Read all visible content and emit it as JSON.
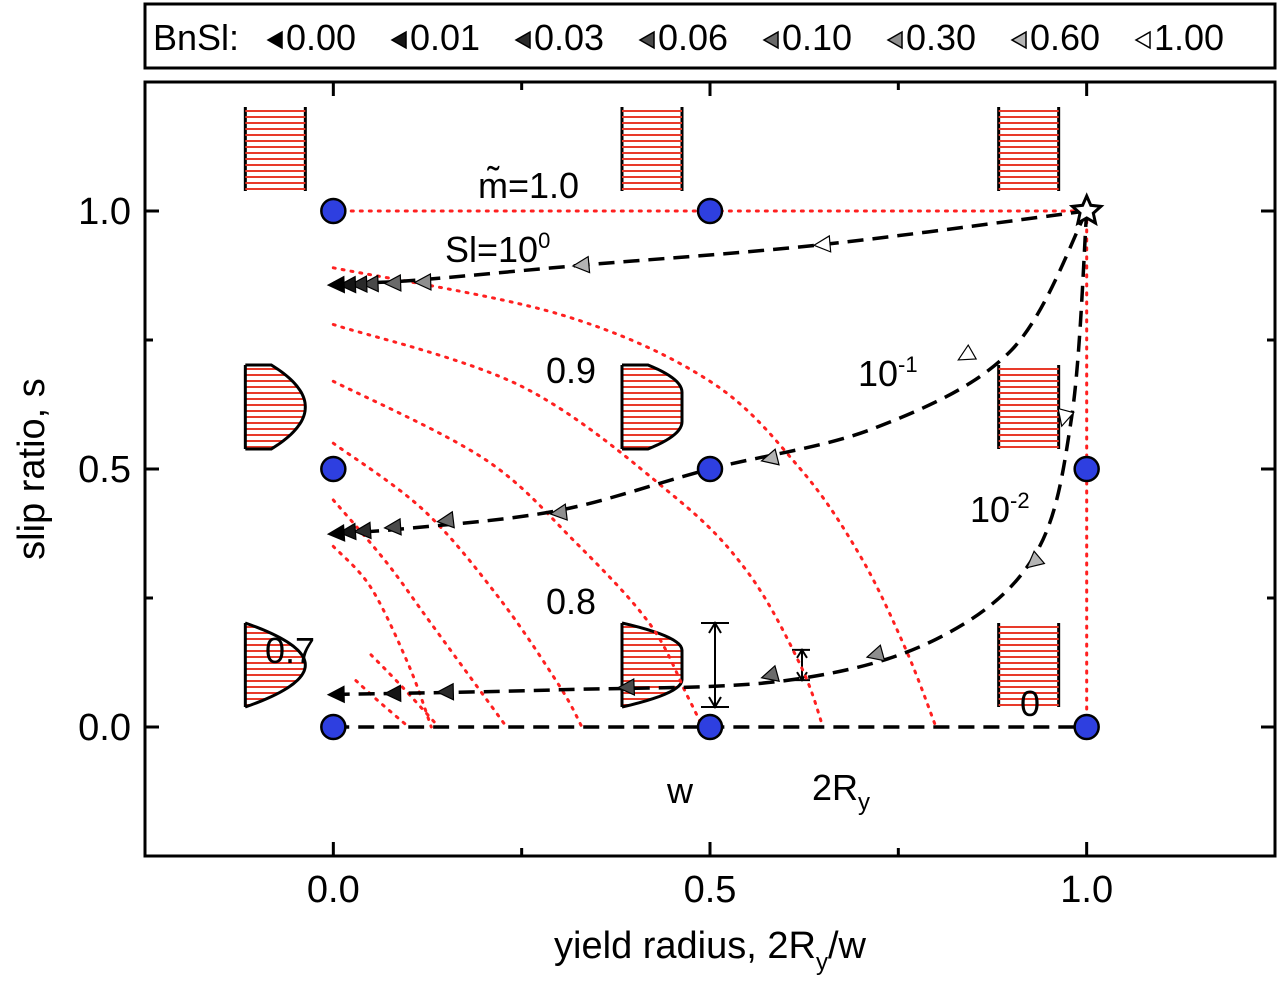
{
  "chart_data": {
    "type": "line",
    "title": "",
    "xlabel": "yield radius, 2R",
    "xlabel_sub": "y",
    "xlabel_tail": "/w",
    "ylabel": "slip ratio, s",
    "xlim": [
      -0.25,
      1.25
    ],
    "ylim": [
      -0.25,
      1.25
    ],
    "x_ticks": [
      0.0,
      0.5,
      1.0
    ],
    "x_tick_labels": [
      "0.0",
      "0.5",
      "1.0"
    ],
    "y_ticks": [
      0.0,
      0.5,
      1.0
    ],
    "y_tick_labels": [
      "0.0",
      "0.5",
      "1.0"
    ],
    "grid": false,
    "legend": {
      "placement": "top",
      "title": "BnSl:",
      "entries": [
        "0.00",
        "0.01",
        "0.03",
        "0.06",
        "0.10",
        "0.30",
        "0.60",
        "1.00"
      ],
      "marker_colors": [
        "#000000",
        "#151515",
        "#2a2a2a",
        "#4a4a4a",
        "#6a6a6a",
        "#8e8e8e",
        "#b4b4b4",
        "#ffffff"
      ]
    },
    "colors": {
      "trajectory": "#000000",
      "contour": "#ff2020",
      "node": "#2e3fe0",
      "profile": "#e83a2a"
    },
    "contour_labels": [
      {
        "text": "m̃=1.0",
        "m": 1.0
      },
      {
        "text": "0.9",
        "m": 0.9
      },
      {
        "text": "0.8",
        "m": 0.8
      },
      {
        "text": "0.7",
        "m": 0.7
      },
      {
        "text": "0",
        "m": 0
      }
    ],
    "contours": [
      {
        "m": 1.0,
        "points": [
          [
            0,
            1.0
          ],
          [
            1.0,
            1.0
          ]
        ]
      },
      {
        "m": "vertical",
        "points": [
          [
            1.0,
            0.0
          ],
          [
            1.0,
            1.0
          ]
        ]
      },
      {
        "points": [
          [
            0,
            0.89
          ],
          [
            0.3,
            0.8
          ],
          [
            0.5,
            0.67
          ],
          [
            0.62,
            0.5
          ],
          [
            0.7,
            0.33
          ],
          [
            0.76,
            0.15
          ],
          [
            0.8,
            0.0
          ]
        ]
      },
      {
        "points": [
          [
            0,
            0.78
          ],
          [
            0.25,
            0.66
          ],
          [
            0.45,
            0.45
          ],
          [
            0.55,
            0.3
          ],
          [
            0.62,
            0.12
          ],
          [
            0.65,
            0.0
          ]
        ]
      },
      {
        "points": [
          [
            0,
            0.67
          ],
          [
            0.2,
            0.52
          ],
          [
            0.32,
            0.36
          ],
          [
            0.42,
            0.2
          ],
          [
            0.47,
            0.06
          ],
          [
            0.49,
            0.0
          ]
        ]
      },
      {
        "points": [
          [
            0,
            0.55
          ],
          [
            0.12,
            0.42
          ],
          [
            0.22,
            0.25
          ],
          [
            0.3,
            0.08
          ],
          [
            0.33,
            0.0
          ]
        ]
      },
      {
        "points": [
          [
            0,
            0.44
          ],
          [
            0.07,
            0.32
          ],
          [
            0.13,
            0.2
          ],
          [
            0.2,
            0.06
          ],
          [
            0.23,
            0.0
          ]
        ]
      },
      {
        "points": [
          [
            0,
            0.35
          ],
          [
            0.05,
            0.27
          ],
          [
            0.1,
            0.12
          ],
          [
            0.13,
            0.0
          ]
        ]
      },
      {
        "points": [
          [
            0.05,
            0.14
          ],
          [
            0.09,
            0.08
          ],
          [
            0.14,
            0.0
          ]
        ]
      },
      {
        "points": [
          [
            0.03,
            0.09
          ],
          [
            0.06,
            0.05
          ],
          [
            0.1,
            0.0
          ]
        ]
      }
    ],
    "series": [
      {
        "name": "Sl=10",
        "name_sup": "0",
        "points": [
          [
            1.0,
            1.0
          ],
          [
            0.65,
            0.935
          ],
          [
            0.33,
            0.895
          ],
          [
            0.1,
            0.865
          ],
          [
            0.0,
            0.86
          ]
        ],
        "markers": [
          [
            0.65,
            0.935
          ],
          [
            0.33,
            0.895
          ],
          [
            0.12,
            0.862
          ],
          [
            0.08,
            0.86
          ],
          [
            0.05,
            0.859
          ],
          [
            0.035,
            0.858
          ],
          [
            0.02,
            0.857
          ],
          [
            0.005,
            0.857
          ]
        ]
      },
      {
        "name": "10",
        "name_sup": "-1",
        "points": [
          [
            1.0,
            1.0
          ],
          [
            0.9,
            0.73
          ],
          [
            0.72,
            0.58
          ],
          [
            0.5,
            0.5
          ],
          [
            0.3,
            0.42
          ],
          [
            0.1,
            0.385
          ],
          [
            0.0,
            0.375
          ]
        ],
        "markers": [
          [
            0.84,
            0.72
          ],
          [
            0.58,
            0.52
          ],
          [
            0.3,
            0.415
          ],
          [
            0.15,
            0.4
          ],
          [
            0.08,
            0.387
          ],
          [
            0.04,
            0.38
          ],
          [
            0.02,
            0.378
          ],
          [
            0.005,
            0.375
          ]
        ]
      },
      {
        "name": "10",
        "name_sup": "-2",
        "points": [
          [
            1.0,
            1.0
          ],
          [
            0.98,
            0.6
          ],
          [
            0.93,
            0.33
          ],
          [
            0.8,
            0.17
          ],
          [
            0.6,
            0.09
          ],
          [
            0.3,
            0.072
          ],
          [
            0.0,
            0.063
          ]
        ],
        "markers": [
          [
            0.97,
            0.6
          ],
          [
            0.93,
            0.32
          ],
          [
            0.72,
            0.14
          ],
          [
            0.58,
            0.1
          ],
          [
            0.39,
            0.077
          ],
          [
            0.15,
            0.068
          ],
          [
            0.08,
            0.065
          ],
          [
            0.005,
            0.063
          ]
        ]
      },
      {
        "name": "0",
        "name_sup": "",
        "points": [
          [
            0.0,
            0.0
          ],
          [
            1.0,
            0.0
          ]
        ],
        "markers": []
      }
    ],
    "nodes": [
      [
        0,
        1.0
      ],
      [
        0.5,
        1.0
      ],
      [
        0,
        0.5
      ],
      [
        0.5,
        0.5
      ],
      [
        1.0,
        0.5
      ],
      [
        0,
        0.0
      ],
      [
        0.5,
        0.0
      ],
      [
        1.0,
        0.0
      ]
    ],
    "start_marker": [
      1.0,
      1.0
    ],
    "profiles": [
      {
        "x": 0.0,
        "y": 1.0,
        "shape": "plug"
      },
      {
        "x": 0.5,
        "y": 1.0,
        "shape": "plug"
      },
      {
        "x": 1.0,
        "y": 1.0,
        "shape": "plug"
      },
      {
        "x": 0.0,
        "y": 0.5,
        "shape": "parabola-slip"
      },
      {
        "x": 0.5,
        "y": 0.5,
        "shape": "bingham-slip"
      },
      {
        "x": 1.0,
        "y": 0.5,
        "shape": "plug"
      },
      {
        "x": 0.0,
        "y": 0.0,
        "shape": "parabola"
      },
      {
        "x": 0.5,
        "y": 0.0,
        "shape": "bingham"
      },
      {
        "x": 1.0,
        "y": 0.0,
        "shape": "plug"
      }
    ],
    "inset_labels": {
      "w": "w",
      "ry": "2R",
      "ry_sub": "y"
    }
  }
}
